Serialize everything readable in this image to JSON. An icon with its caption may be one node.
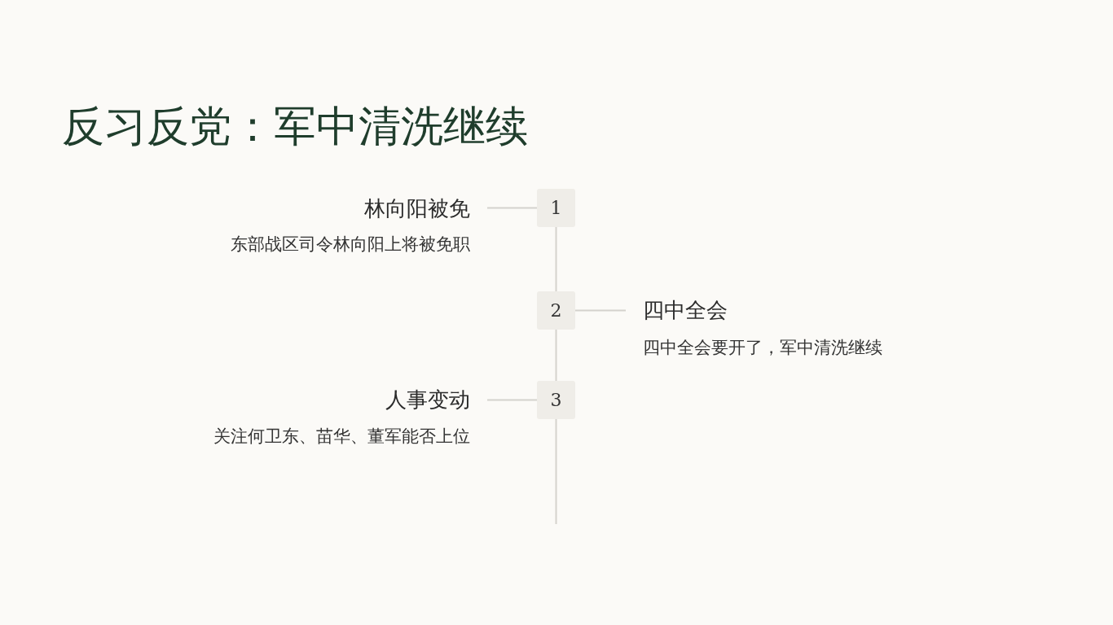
{
  "diagram": {
    "title": "反习反党：军中清洗继续",
    "nodes": [
      {
        "text": [
          "林向阳被免",
          "东部战区司令林向阳上将被免职"
        ]
      },
      {
        "text": [
          "1"
        ]
      },
      {
        "text": [
          "2"
        ]
      },
      {
        "text": [
          "四中全会",
          "四中全会要开了，军中清洗继续"
        ]
      },
      {
        "text": [
          "人事变动",
          "关注何卫东、苗华、董军能否上位"
        ]
      },
      {
        "text": [
          "3"
        ]
      }
    ],
    "edges": [
      {
        "from": 1,
        "to": 0,
        "arrow": "none"
      },
      {
        "from": 1,
        "to": 2,
        "arrow": "none"
      },
      {
        "from": 2,
        "to": 3,
        "arrow": "none"
      },
      {
        "from": 2,
        "to": 5,
        "arrow": "none"
      },
      {
        "from": 5,
        "to": 4,
        "arrow": "none"
      },
      {
        "from": 5,
        "to": null,
        "arrow": "none"
      }
    ]
  }
}
